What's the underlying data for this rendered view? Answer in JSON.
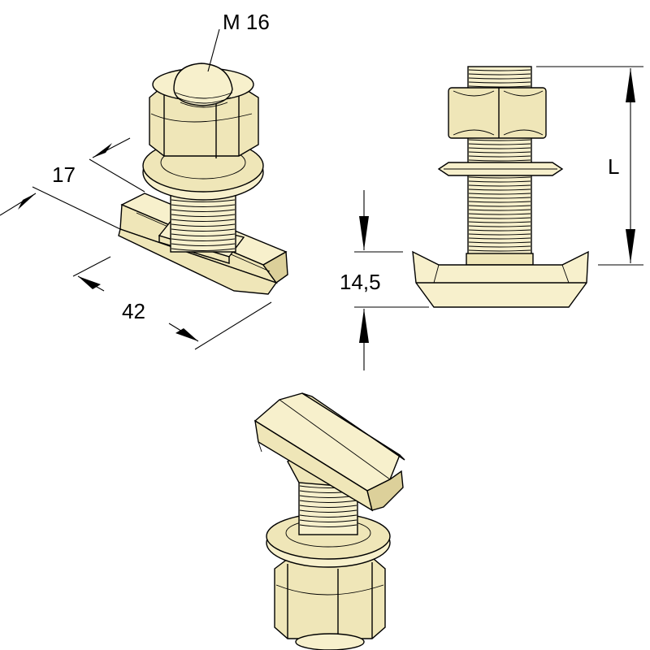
{
  "labels": {
    "thread_size": "M 16",
    "width": "17",
    "length": "42",
    "height": "14,5",
    "bolt_length": "L"
  },
  "colors": {
    "line": "#000000",
    "face_light": "#f7f0cc",
    "face_mid": "#efe6b8",
    "face_dark": "#dcd09a",
    "background": "#ffffff"
  }
}
